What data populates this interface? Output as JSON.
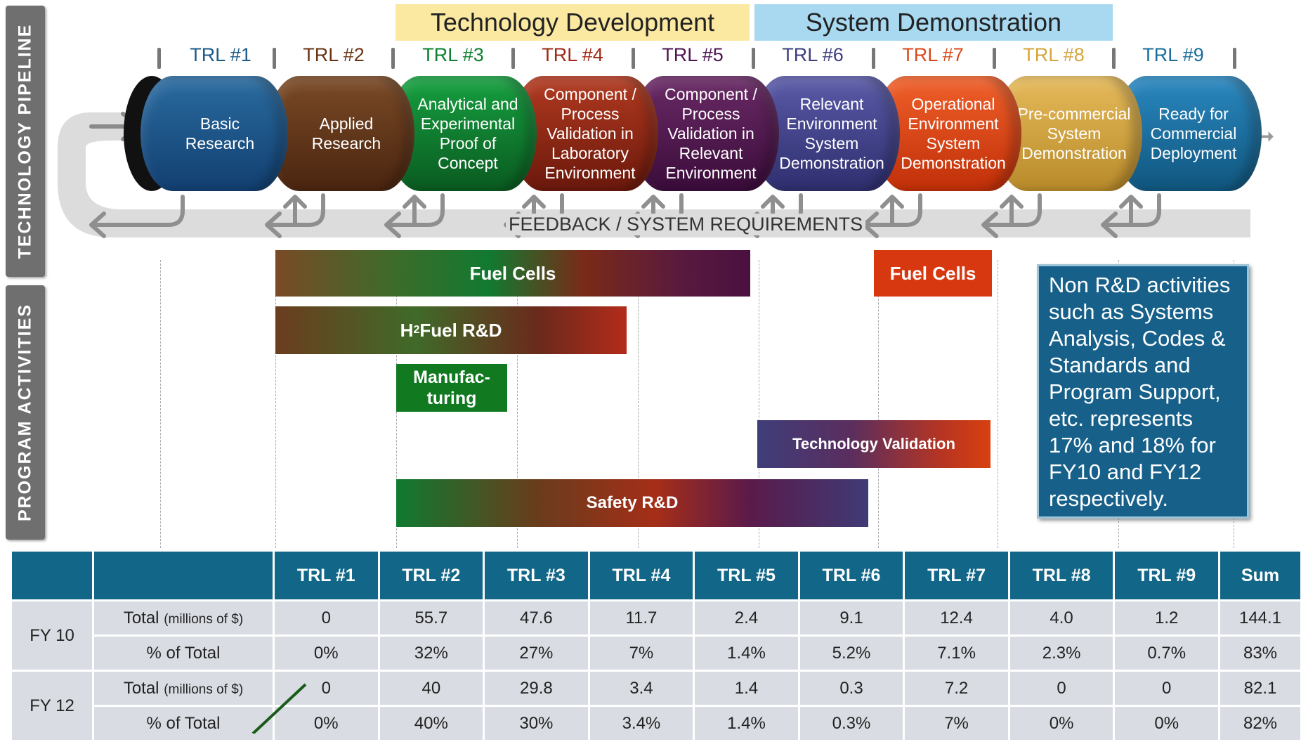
{
  "sidebar": {
    "pipeline": "TECHNOLOGY PIPELINE",
    "activities": "PROGRAM ACTIVITIES"
  },
  "phases": {
    "tech_dev": "Technology Development",
    "sys_demo": "System Demonstration"
  },
  "trl_labels": [
    "TRL #1",
    "TRL #2",
    "TRL #3",
    "TRL #4",
    "TRL #5",
    "TRL #6",
    "TRL #7",
    "TRL #8",
    "TRL #9"
  ],
  "trl_colors": [
    "#1c5a8a",
    "#6a3514",
    "#0c8030",
    "#a02814",
    "#4e1650",
    "#3e3d80",
    "#d84a1c",
    "#d6a53c",
    "#1a6e9a"
  ],
  "pipeline": [
    "Basic\nResearch",
    "Applied\nResearch",
    "Analytical and\nExperimental\nProof of\nConcept",
    "Component /\nProcess\nValidation in\nLaboratory\nEnvironment",
    "Component /\nProcess\nValidation in\nRelevant\nEnvironment",
    "Relevant\nEnvironment\nSystem\nDemonstration",
    "Operational\nEnvironment\nSystem\nDemonstration",
    "Pre-commercial\nSystem\nDemonstration",
    "Ready for\nCommercial\nDeployment"
  ],
  "feedback": "FEEDBACK / SYSTEM REQUIREMENTS",
  "activities": {
    "fuel_cells_1": "Fuel Cells",
    "fuel_cells_2": "Fuel Cells",
    "h2_main": "H",
    "h2_sub": "2",
    "h2_rest": " Fuel R&D",
    "manufacturing_1": "Manufac-",
    "manufacturing_2": "turing",
    "tech_validation": "Technology Validation",
    "safety": "Safety R&D"
  },
  "note": "Non R&D activities such as Systems Analysis, Codes & Standards and Program Support, etc. represents 17% and 18% for FY10 and FY12 respectively.",
  "table": {
    "headers": [
      "TRL #1",
      "TRL #2",
      "TRL #3",
      "TRL #4",
      "TRL #5",
      "TRL #6",
      "TRL #7",
      "TRL #8",
      "TRL #9",
      "Sum"
    ],
    "total_label": "Total",
    "total_unit": "(millions of $)",
    "pct_label": "% of Total",
    "fy10": {
      "label": "FY 10",
      "total": [
        "0",
        "55.7",
        "47.6",
        "11.7",
        "2.4",
        "9.1",
        "12.4",
        "4.0",
        "1.2",
        "144.1"
      ],
      "pct": [
        "0%",
        "32%",
        "27%",
        "7%",
        "1.4%",
        "5.2%",
        "7.1%",
        "2.3%",
        "0.7%",
        "83%"
      ]
    },
    "fy12": {
      "label": "FY 12",
      "total": [
        "0",
        "40",
        "29.8",
        "3.4",
        "1.4",
        "0.3",
        "7.2",
        "0",
        "0",
        "82.1"
      ],
      "pct": [
        "0%",
        "40%",
        "30%",
        "3.4%",
        "1.4%",
        "0.3%",
        "7%",
        "0%",
        "0%",
        "82%"
      ]
    }
  }
}
